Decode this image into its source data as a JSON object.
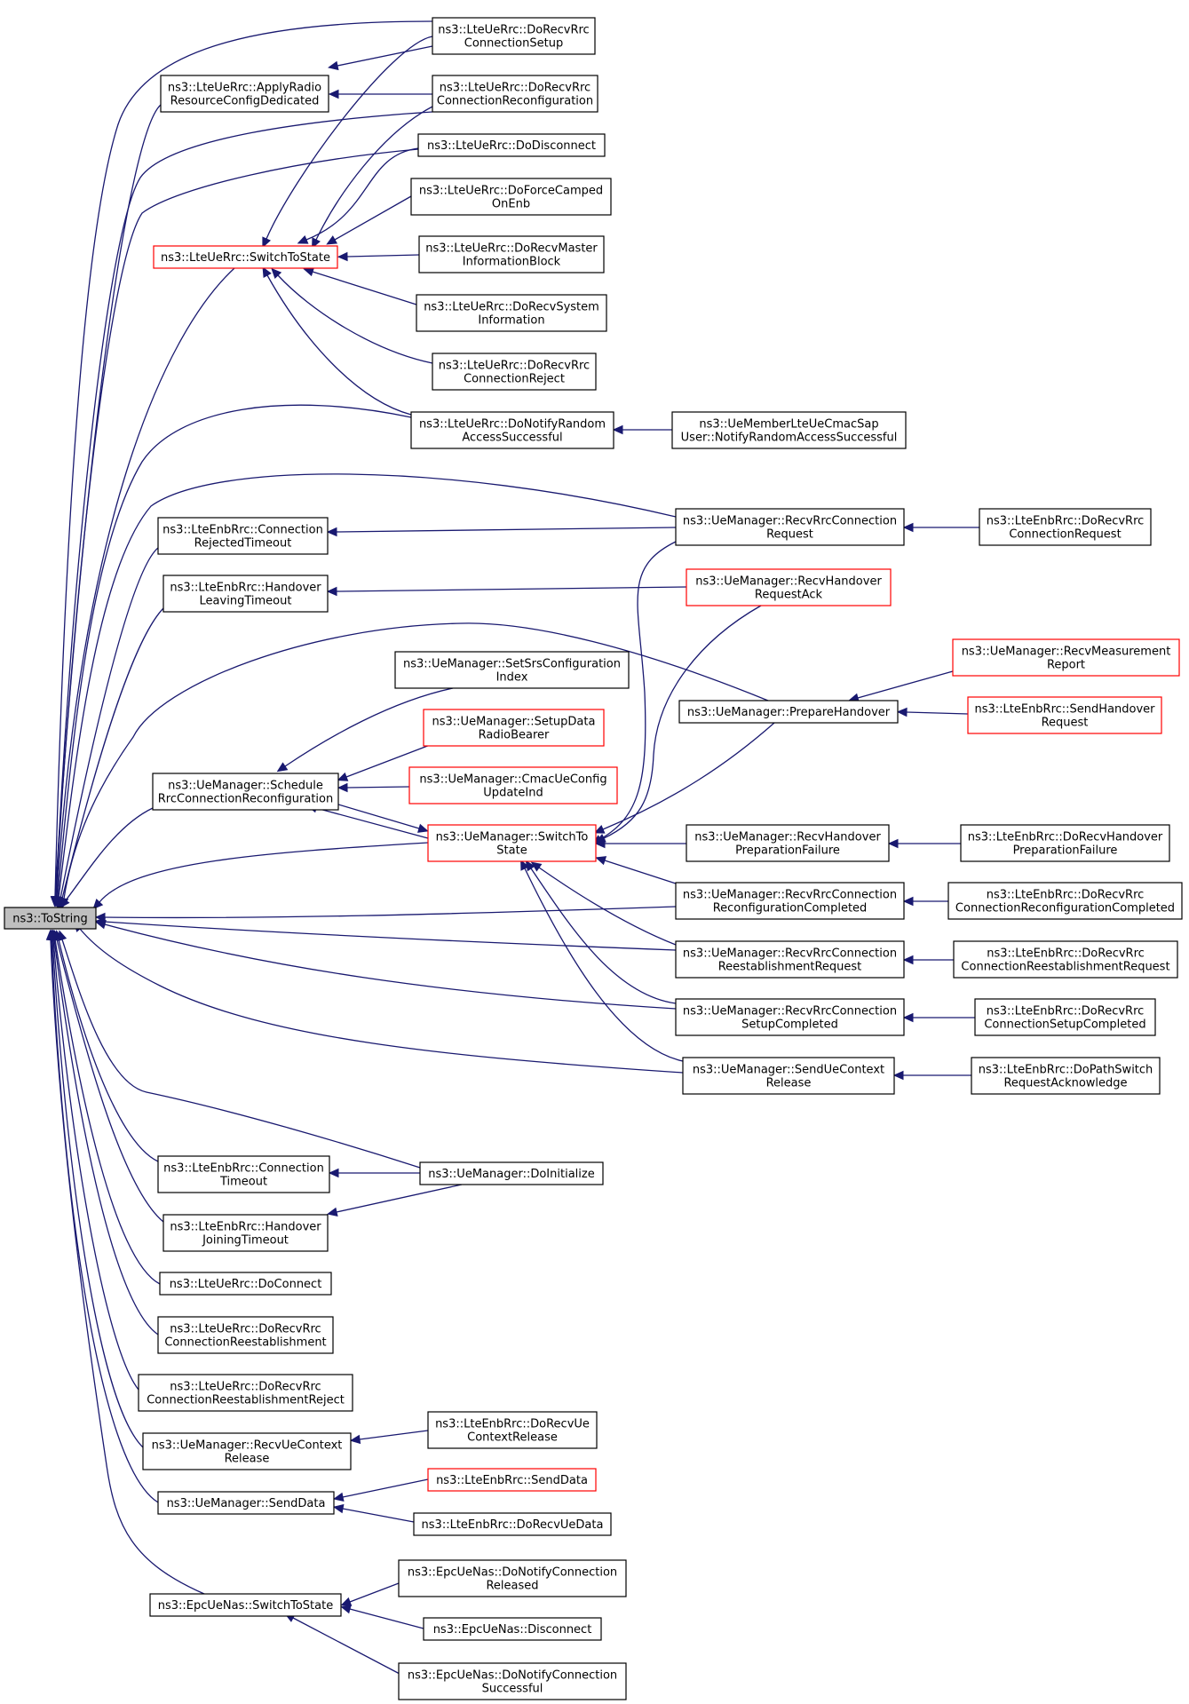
{
  "colors": {
    "edge": "#191970",
    "highlight_border": "#ff0000",
    "root_fill": "#bfbfbf"
  },
  "nodes": [
    {
      "id": "tostring",
      "lines": [
        "ns3::ToString"
      ],
      "variant": "root"
    },
    {
      "id": "ue_recv_setup",
      "lines": [
        "ns3::LteUeRrc::DoRecvRrc",
        "ConnectionSetup"
      ]
    },
    {
      "id": "ue_apply_radio",
      "lines": [
        "ns3::LteUeRrc::ApplyRadio",
        "ResourceConfigDedicated"
      ]
    },
    {
      "id": "ue_recv_reconf",
      "lines": [
        "ns3::LteUeRrc::DoRecvRrc",
        "ConnectionReconfiguration"
      ]
    },
    {
      "id": "ue_disconnect",
      "lines": [
        "ns3::LteUeRrc::DoDisconnect"
      ]
    },
    {
      "id": "ue_force_camped",
      "lines": [
        "ns3::LteUeRrc::DoForceCamped",
        "OnEnb"
      ]
    },
    {
      "id": "ue_switch_state",
      "lines": [
        "ns3::LteUeRrc::SwitchToState"
      ],
      "variant": "red"
    },
    {
      "id": "ue_recv_mib",
      "lines": [
        "ns3::LteUeRrc::DoRecvMaster",
        "InformationBlock"
      ]
    },
    {
      "id": "ue_recv_sib",
      "lines": [
        "ns3::LteUeRrc::DoRecvSystem",
        "Information"
      ]
    },
    {
      "id": "ue_recv_reject",
      "lines": [
        "ns3::LteUeRrc::DoRecvRrc",
        "ConnectionReject"
      ]
    },
    {
      "id": "ue_notify_ra",
      "lines": [
        "ns3::LteUeRrc::DoNotifyRandom",
        "AccessSuccessful"
      ]
    },
    {
      "id": "cmac_sap_notify",
      "lines": [
        "ns3::UeMemberLteUeCmacSap",
        "User::NotifyRandomAccessSuccessful"
      ]
    },
    {
      "id": "enb_conn_rejected_to",
      "lines": [
        "ns3::LteEnbRrc::Connection",
        "RejectedTimeout"
      ]
    },
    {
      "id": "um_recv_conn_req",
      "lines": [
        "ns3::UeManager::RecvRrcConnection",
        "Request"
      ]
    },
    {
      "id": "enb_recv_conn_req",
      "lines": [
        "ns3::LteEnbRrc::DoRecvRrc",
        "ConnectionRequest"
      ]
    },
    {
      "id": "enb_ho_leaving_to",
      "lines": [
        "ns3::LteEnbRrc::Handover",
        "LeavingTimeout"
      ]
    },
    {
      "id": "um_recv_ho_ack",
      "lines": [
        "ns3::UeManager::RecvHandover",
        "RequestAck"
      ],
      "variant": "red"
    },
    {
      "id": "um_recv_meas",
      "lines": [
        "ns3::UeManager::RecvMeasurement",
        "Report"
      ],
      "variant": "red"
    },
    {
      "id": "um_set_srs",
      "lines": [
        "ns3::UeManager::SetSrsConfiguration",
        "Index"
      ]
    },
    {
      "id": "um_prepare_ho",
      "lines": [
        "ns3::UeManager::PrepareHandover"
      ]
    },
    {
      "id": "enb_send_ho_req",
      "lines": [
        "ns3::LteEnbRrc::SendHandover",
        "Request"
      ],
      "variant": "red"
    },
    {
      "id": "um_setup_drb",
      "lines": [
        "ns3::UeManager::SetupData",
        "RadioBearer"
      ],
      "variant": "red"
    },
    {
      "id": "um_schedule_reconf",
      "lines": [
        "ns3::UeManager::Schedule",
        "RrcConnectionReconfiguration"
      ]
    },
    {
      "id": "um_cmac_update",
      "lines": [
        "ns3::UeManager::CmacUeConfig",
        "UpdateInd"
      ],
      "variant": "red"
    },
    {
      "id": "um_switch_state",
      "lines": [
        "ns3::UeManager::SwitchTo",
        "State"
      ],
      "variant": "red"
    },
    {
      "id": "um_recv_ho_prep_fail",
      "lines": [
        "ns3::UeManager::RecvHandover",
        "PreparationFailure"
      ]
    },
    {
      "id": "enb_recv_ho_prep_fail",
      "lines": [
        "ns3::LteEnbRrc::DoRecvHandover",
        "PreparationFailure"
      ]
    },
    {
      "id": "um_recv_reconf_done",
      "lines": [
        "ns3::UeManager::RecvRrcConnection",
        "ReconfigurationCompleted"
      ]
    },
    {
      "id": "enb_recv_reconf_done",
      "lines": [
        "ns3::LteEnbRrc::DoRecvRrc",
        "ConnectionReconfigurationCompleted"
      ]
    },
    {
      "id": "um_recv_reest_req",
      "lines": [
        "ns3::UeManager::RecvRrcConnection",
        "ReestablishmentRequest"
      ]
    },
    {
      "id": "enb_recv_reest_req",
      "lines": [
        "ns3::LteEnbRrc::DoRecvRrc",
        "ConnectionReestablishmentRequest"
      ]
    },
    {
      "id": "um_recv_setup_done",
      "lines": [
        "ns3::UeManager::RecvRrcConnection",
        "SetupCompleted"
      ]
    },
    {
      "id": "enb_recv_setup_done",
      "lines": [
        "ns3::LteEnbRrc::DoRecvRrc",
        "ConnectionSetupCompleted"
      ]
    },
    {
      "id": "um_send_ue_ctx_rel",
      "lines": [
        "ns3::UeManager::SendUeContext",
        "Release"
      ]
    },
    {
      "id": "enb_path_switch_ack",
      "lines": [
        "ns3::LteEnbRrc::DoPathSwitch",
        "RequestAcknowledge"
      ]
    },
    {
      "id": "enb_conn_to",
      "lines": [
        "ns3::LteEnbRrc::Connection",
        "Timeout"
      ]
    },
    {
      "id": "um_do_initialize",
      "lines": [
        "ns3::UeManager::DoInitialize"
      ]
    },
    {
      "id": "enb_ho_joining_to",
      "lines": [
        "ns3::LteEnbRrc::Handover",
        "JoiningTimeout"
      ]
    },
    {
      "id": "ue_do_connect",
      "lines": [
        "ns3::LteUeRrc::DoConnect"
      ]
    },
    {
      "id": "ue_recv_reest",
      "lines": [
        "ns3::LteUeRrc::DoRecvRrc",
        "ConnectionReestablishment"
      ]
    },
    {
      "id": "ue_recv_reest_reject",
      "lines": [
        "ns3::LteUeRrc::DoRecvRrc",
        "ConnectionReestablishmentReject"
      ]
    },
    {
      "id": "um_recv_ue_ctx_rel",
      "lines": [
        "ns3::UeManager::RecvUeContext",
        "Release"
      ]
    },
    {
      "id": "enb_recv_ue_ctx_rel",
      "lines": [
        "ns3::LteEnbRrc::DoRecvUe",
        "ContextRelease"
      ]
    },
    {
      "id": "um_send_data",
      "lines": [
        "ns3::UeManager::SendData"
      ]
    },
    {
      "id": "enb_send_data",
      "lines": [
        "ns3::LteEnbRrc::SendData"
      ],
      "variant": "red"
    },
    {
      "id": "enb_recv_ue_data",
      "lines": [
        "ns3::LteEnbRrc::DoRecvUeData"
      ]
    },
    {
      "id": "nas_switch_state",
      "lines": [
        "ns3::EpcUeNas::SwitchToState"
      ]
    },
    {
      "id": "nas_notify_released",
      "lines": [
        "ns3::EpcUeNas::DoNotifyConnection",
        "Released"
      ]
    },
    {
      "id": "nas_disconnect",
      "lines": [
        "ns3::EpcUeNas::Disconnect"
      ]
    },
    {
      "id": "nas_notify_success",
      "lines": [
        "ns3::EpcUeNas::DoNotifyConnection",
        "Successful"
      ]
    }
  ],
  "edges": [
    {
      "from": "ue_recv_setup",
      "to": "tostring"
    },
    {
      "from": "ue_recv_setup",
      "to": "ue_apply_radio"
    },
    {
      "from": "ue_recv_setup",
      "to": "ue_switch_state"
    },
    {
      "from": "ue_apply_radio",
      "to": "tostring"
    },
    {
      "from": "ue_recv_reconf",
      "to": "ue_apply_radio"
    },
    {
      "from": "ue_recv_reconf",
      "to": "tostring"
    },
    {
      "from": "ue_recv_reconf",
      "to": "ue_switch_state"
    },
    {
      "from": "ue_disconnect",
      "to": "tostring"
    },
    {
      "from": "ue_disconnect",
      "to": "ue_switch_state"
    },
    {
      "from": "ue_force_camped",
      "to": "ue_switch_state"
    },
    {
      "from": "ue_recv_mib",
      "to": "ue_switch_state"
    },
    {
      "from": "ue_recv_sib",
      "to": "ue_switch_state"
    },
    {
      "from": "ue_recv_reject",
      "to": "ue_switch_state"
    },
    {
      "from": "ue_notify_ra",
      "to": "ue_switch_state"
    },
    {
      "from": "ue_switch_state",
      "to": "tostring"
    },
    {
      "from": "ue_notify_ra",
      "to": "tostring"
    },
    {
      "from": "cmac_sap_notify",
      "to": "ue_notify_ra"
    },
    {
      "from": "enb_conn_rejected_to",
      "to": "tostring"
    },
    {
      "from": "um_recv_conn_req",
      "to": "enb_conn_rejected_to"
    },
    {
      "from": "um_recv_conn_req",
      "to": "tostring"
    },
    {
      "from": "um_recv_conn_req",
      "to": "um_switch_state"
    },
    {
      "from": "enb_recv_conn_req",
      "to": "um_recv_conn_req"
    },
    {
      "from": "enb_ho_leaving_to",
      "to": "tostring"
    },
    {
      "from": "um_recv_ho_ack",
      "to": "enb_ho_leaving_to"
    },
    {
      "from": "um_recv_ho_ack",
      "to": "um_switch_state"
    },
    {
      "from": "um_recv_meas",
      "to": "um_prepare_ho"
    },
    {
      "from": "um_prepare_ho",
      "to": "tostring"
    },
    {
      "from": "um_prepare_ho",
      "to": "um_switch_state"
    },
    {
      "from": "enb_send_ho_req",
      "to": "um_prepare_ho"
    },
    {
      "from": "um_set_srs",
      "to": "um_schedule_reconf"
    },
    {
      "from": "um_setup_drb",
      "to": "um_schedule_reconf"
    },
    {
      "from": "um_cmac_update",
      "to": "um_schedule_reconf"
    },
    {
      "from": "um_switch_state",
      "to": "um_schedule_reconf"
    },
    {
      "from": "um_schedule_reconf",
      "to": "tostring"
    },
    {
      "from": "um_schedule_reconf",
      "to": "um_switch_state"
    },
    {
      "from": "um_switch_state",
      "to": "tostring"
    },
    {
      "from": "um_recv_ho_prep_fail",
      "to": "um_switch_state"
    },
    {
      "from": "enb_recv_ho_prep_fail",
      "to": "um_recv_ho_prep_fail"
    },
    {
      "from": "um_recv_reconf_done",
      "to": "um_switch_state"
    },
    {
      "from": "um_recv_reconf_done",
      "to": "tostring"
    },
    {
      "from": "enb_recv_reconf_done",
      "to": "um_recv_reconf_done"
    },
    {
      "from": "um_recv_reest_req",
      "to": "um_switch_state"
    },
    {
      "from": "um_recv_reest_req",
      "to": "tostring"
    },
    {
      "from": "enb_recv_reest_req",
      "to": "um_recv_reest_req"
    },
    {
      "from": "um_recv_setup_done",
      "to": "um_switch_state"
    },
    {
      "from": "um_recv_setup_done",
      "to": "tostring"
    },
    {
      "from": "enb_recv_setup_done",
      "to": "um_recv_setup_done"
    },
    {
      "from": "um_send_ue_ctx_rel",
      "to": "um_switch_state"
    },
    {
      "from": "um_send_ue_ctx_rel",
      "to": "tostring"
    },
    {
      "from": "enb_path_switch_ack",
      "to": "um_send_ue_ctx_rel"
    },
    {
      "from": "um_do_initialize",
      "to": "tostring"
    },
    {
      "from": "um_do_initialize",
      "to": "enb_conn_to"
    },
    {
      "from": "um_do_initialize",
      "to": "enb_ho_joining_to"
    },
    {
      "from": "enb_conn_to",
      "to": "tostring"
    },
    {
      "from": "enb_ho_joining_to",
      "to": "tostring"
    },
    {
      "from": "ue_do_connect",
      "to": "tostring"
    },
    {
      "from": "ue_recv_reest",
      "to": "tostring"
    },
    {
      "from": "ue_recv_reest_reject",
      "to": "tostring"
    },
    {
      "from": "um_recv_ue_ctx_rel",
      "to": "tostring"
    },
    {
      "from": "enb_recv_ue_ctx_rel",
      "to": "um_recv_ue_ctx_rel"
    },
    {
      "from": "um_send_data",
      "to": "tostring"
    },
    {
      "from": "enb_send_data",
      "to": "um_send_data"
    },
    {
      "from": "enb_recv_ue_data",
      "to": "um_send_data"
    },
    {
      "from": "nas_switch_state",
      "to": "tostring"
    },
    {
      "from": "nas_notify_released",
      "to": "nas_switch_state"
    },
    {
      "from": "nas_disconnect",
      "to": "nas_switch_state"
    },
    {
      "from": "nas_notify_success",
      "to": "nas_switch_state"
    }
  ]
}
